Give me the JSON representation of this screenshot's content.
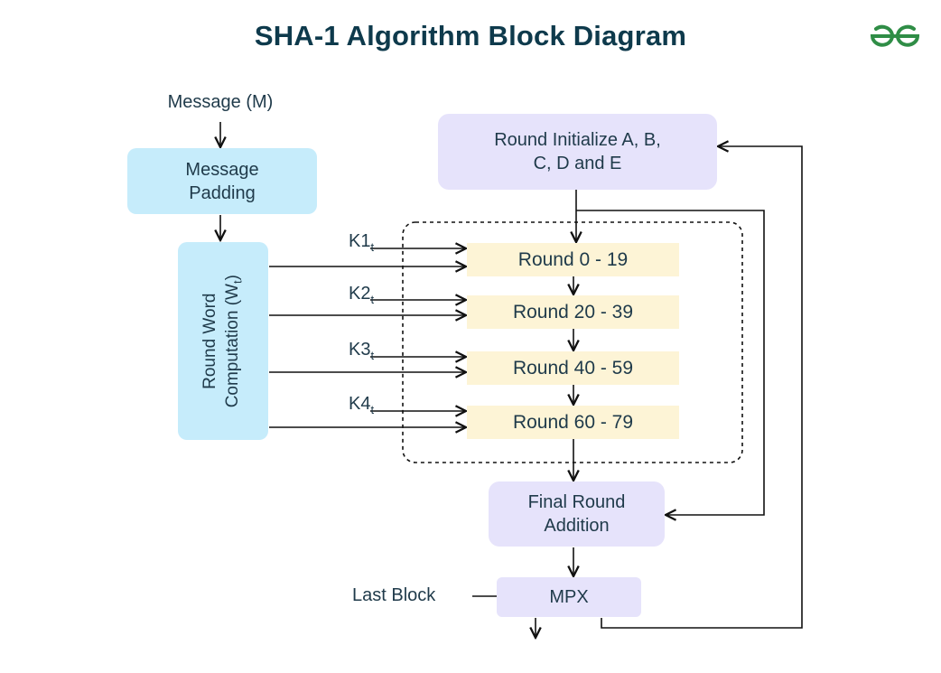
{
  "title": "SHA-1 Algorithm Block Diagram",
  "logo_icon": "geeksforgeeks-logo-icon",
  "colors": {
    "title": "#0e3a4c",
    "blue_box": "#c6ecfb",
    "lavender_box": "#e6e3fb",
    "yellow_box": "#fdf4d6",
    "logo": "#2f8d46"
  },
  "nodes": {
    "message": "Message (M)",
    "padding_line1": "Message",
    "padding_line2": "Padding",
    "rwc_line1": "Round Word",
    "rwc_line2": "Computation (W",
    "rwc_sub": "t",
    "rwc_close": ")",
    "init_line1": "Round Initialize A, B,",
    "init_line2": "C, D and E",
    "round1": "Round 0 - 19",
    "round2": "Round 20 - 39",
    "round3": "Round 40 - 59",
    "round4": "Round 60 - 79",
    "final_line1": "Final Round",
    "final_line2": "Addition",
    "mpx": "MPX",
    "last_block": "Last Block"
  },
  "constants": [
    {
      "base": "K1",
      "sub": "t"
    },
    {
      "base": "K2",
      "sub": "t"
    },
    {
      "base": "K3",
      "sub": "t"
    },
    {
      "base": "K4",
      "sub": "t"
    }
  ]
}
